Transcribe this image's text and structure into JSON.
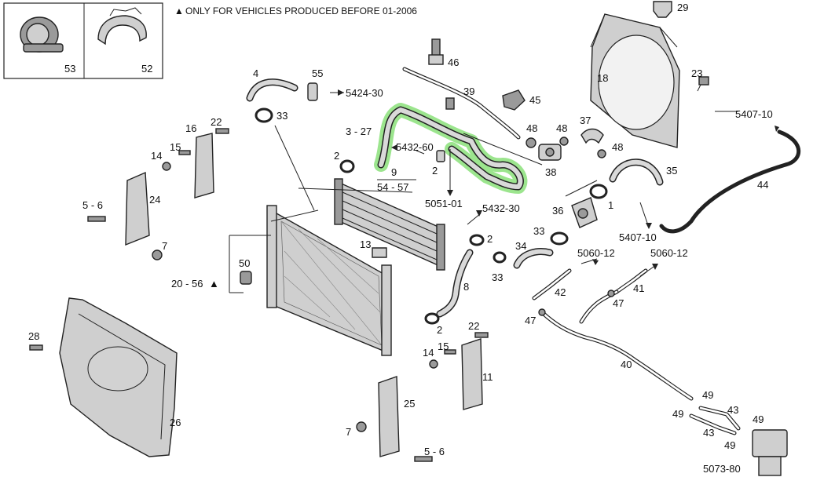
{
  "note": {
    "text": "ONLY FOR VEHICLES PRODUCED BEFORE 01-2006",
    "symbol": "▲"
  },
  "highlight_color": "#8be07a",
  "inset_labels": [
    "53",
    "52"
  ],
  "labels": {
    "p29": "29",
    "p46": "46",
    "p18": "18",
    "p23": "23",
    "p4": "4",
    "p55": "55",
    "ref5424_30": "5424-30",
    "p39": "39",
    "p45": "45",
    "ref5407_10a": "5407-10",
    "p33a": "33",
    "p16": "16",
    "p22a": "22",
    "p3_27": "3 - 27",
    "p48a": "48",
    "p48b": "48",
    "p37": "37",
    "p14a": "14",
    "p15a": "15",
    "ref5432_60": "5432-60",
    "p2a": "2",
    "p2b": "2",
    "p48c": "48",
    "p38": "38",
    "p35": "35",
    "p9": "9",
    "p54_57": "54 - 57",
    "p44": "44",
    "p24": "24",
    "p5_6a": "5 - 6",
    "ref5051_01": "5051-01",
    "ref5432_30": "5432-30",
    "p36": "36",
    "p1": "1",
    "p33b": "33",
    "p2c": "2",
    "ref5407_10b": "5407-10",
    "p7a": "7",
    "p13": "13",
    "p34": "34",
    "ref5060_12a": "5060-12",
    "ref5060_12b": "5060-12",
    "p50": "50",
    "p33c": "33",
    "p20_56": "20 - 56",
    "p8": "8",
    "p42": "42",
    "p41": "41",
    "p47a": "47",
    "p47b": "47",
    "p28": "28",
    "p2d": "2",
    "p22b": "22",
    "p15b": "15",
    "p14b": "14",
    "p40": "40",
    "p11": "11",
    "p25": "25",
    "p26": "26",
    "p49a": "49",
    "p49b": "49",
    "p43a": "43",
    "p49c": "49",
    "p43b": "43",
    "p49d": "49",
    "p7b": "7",
    "p5_6b": "5 - 6",
    "ref5073_80": "5073-80"
  }
}
